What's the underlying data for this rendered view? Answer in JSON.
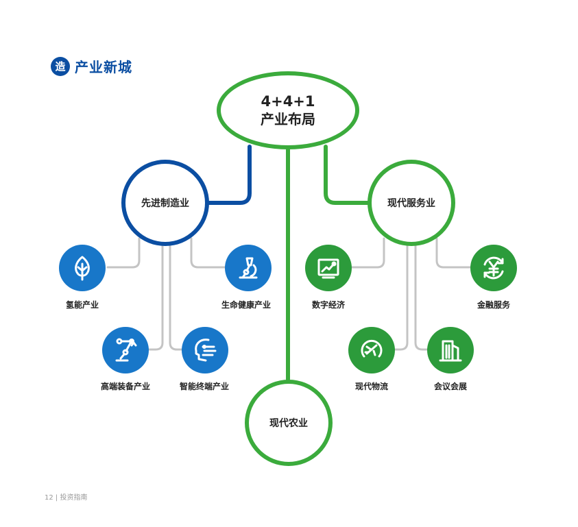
{
  "header": {
    "logo_glyph": "造",
    "title": "产业新城"
  },
  "diagram": {
    "root": {
      "line1": "4+4+1",
      "line2": "产业布局"
    },
    "branches": {
      "manufacturing": {
        "label": "先进制造业",
        "color": "#0b4ea2",
        "children": [
          {
            "label": "氢能产业",
            "icon": "leaf-icon"
          },
          {
            "label": "生命健康产业",
            "icon": "microscope-icon"
          },
          {
            "label": "高端装备产业",
            "icon": "robot-arm-icon"
          },
          {
            "label": "智能终端产业",
            "icon": "ai-head-icon"
          }
        ]
      },
      "services": {
        "label": "现代服务业",
        "color": "#3bab3c",
        "children": [
          {
            "label": "数字经济",
            "icon": "chart-board-icon"
          },
          {
            "label": "金融服务",
            "icon": "yen-icon"
          },
          {
            "label": "现代物流",
            "icon": "airplane-icon"
          },
          {
            "label": "会议会展",
            "icon": "building-icon"
          }
        ]
      },
      "agriculture": {
        "label": "现代农业",
        "color": "#3bab3c"
      }
    }
  },
  "footer": {
    "text": "12 | 投资指南"
  }
}
